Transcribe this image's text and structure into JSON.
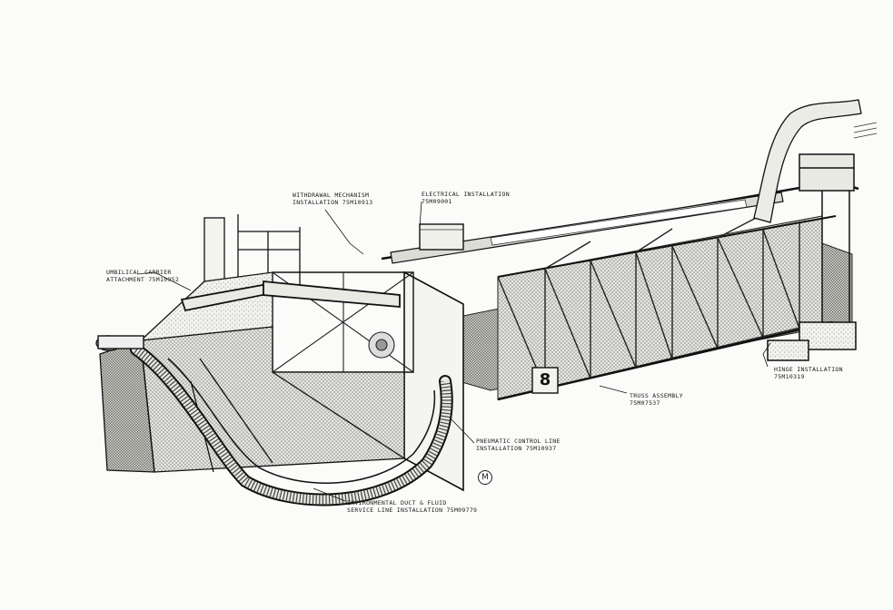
{
  "callouts": {
    "withdrawal": {
      "line1": "WITHDRAWAL MECHANISM",
      "line2": "INSTALLATION 75M10913"
    },
    "electrical": {
      "line1": "ELECTRICAL INSTALLATION",
      "line2": "75M09001"
    },
    "umbilical": {
      "line1": "UMBILICAL CARRIER",
      "line2": "ATTACHMENT 75M10952"
    },
    "hinge": {
      "line1": "HINGE INSTALLATION",
      "line2": "75M10319"
    },
    "truss": {
      "line1": "TRUSS ASSEMBLY",
      "line2": "75M07537"
    },
    "pneumatic": {
      "line1": "PNEUMATIC CONTROL LINE",
      "line2": "INSTALLATION 75M10937"
    },
    "environmental": {
      "line1": "ENVIRONMENTAL DUCT & FLUID",
      "line2": "SERVICE LINE INSTALLATION 75M09779"
    }
  },
  "panel_number": "8",
  "sheet_mark": "M"
}
